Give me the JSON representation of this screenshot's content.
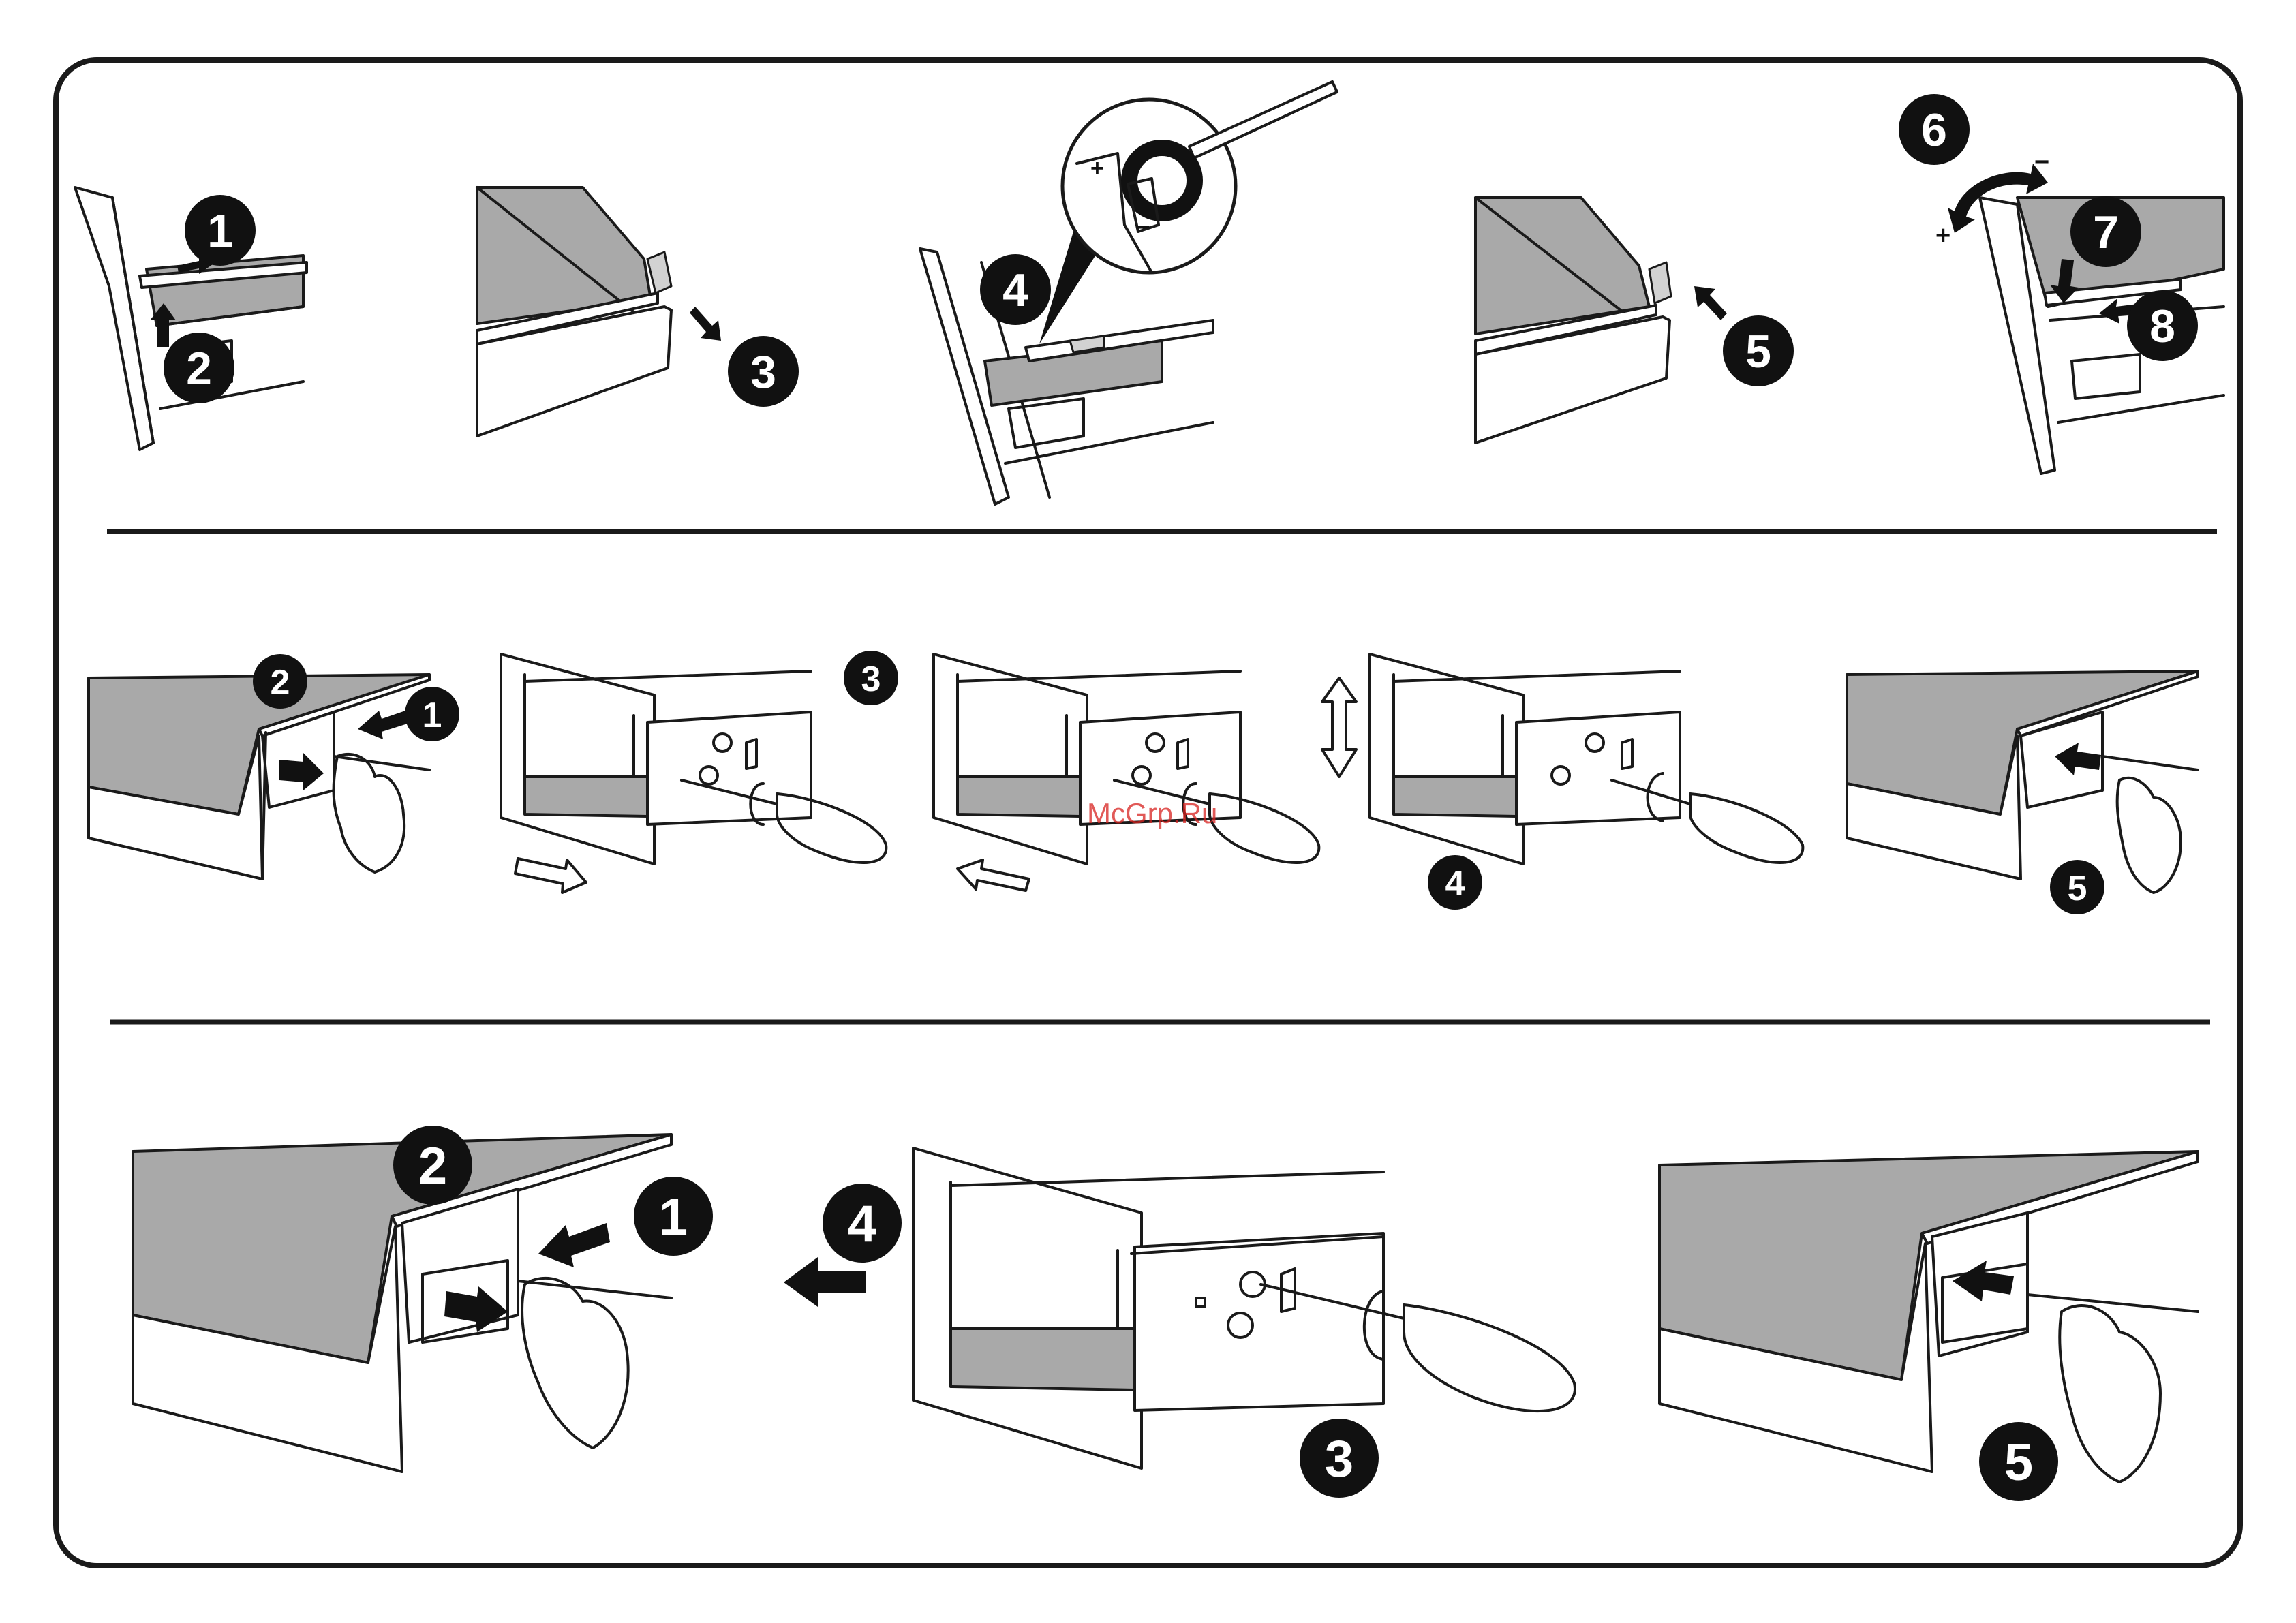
{
  "colors": {
    "frame": "#1a1a1a",
    "drawer_grey": "#a9a9a9",
    "badge_fill": "#111111",
    "badge_text": "#ffffff",
    "watermark": "#d8221f"
  },
  "watermark": "McGrp.Ru",
  "row1": {
    "steps": {
      "s1": "1",
      "s2": "2",
      "s3": "3",
      "s4": "4",
      "s5": "5",
      "s6": "6",
      "s7": "7",
      "s8": "8"
    },
    "signs": {
      "plus_detail": "+",
      "minus_detail": "−",
      "plus_rotate": "+",
      "minus_rotate": "−"
    }
  },
  "row2": {
    "steps": {
      "s1": "1",
      "s2": "2",
      "s3": "3",
      "s4": "4",
      "s5": "5"
    }
  },
  "row3": {
    "steps": {
      "s1": "1",
      "s2": "2",
      "s3": "3",
      "s4": "4",
      "s5": "5"
    }
  },
  "icons": [
    "step-badge",
    "push-arrow-icon",
    "outline-arrow-icon",
    "double-arrow-icon",
    "rotate-arrow-icon",
    "screwdriver-icon",
    "hand-icon",
    "magnifier-detail"
  ]
}
